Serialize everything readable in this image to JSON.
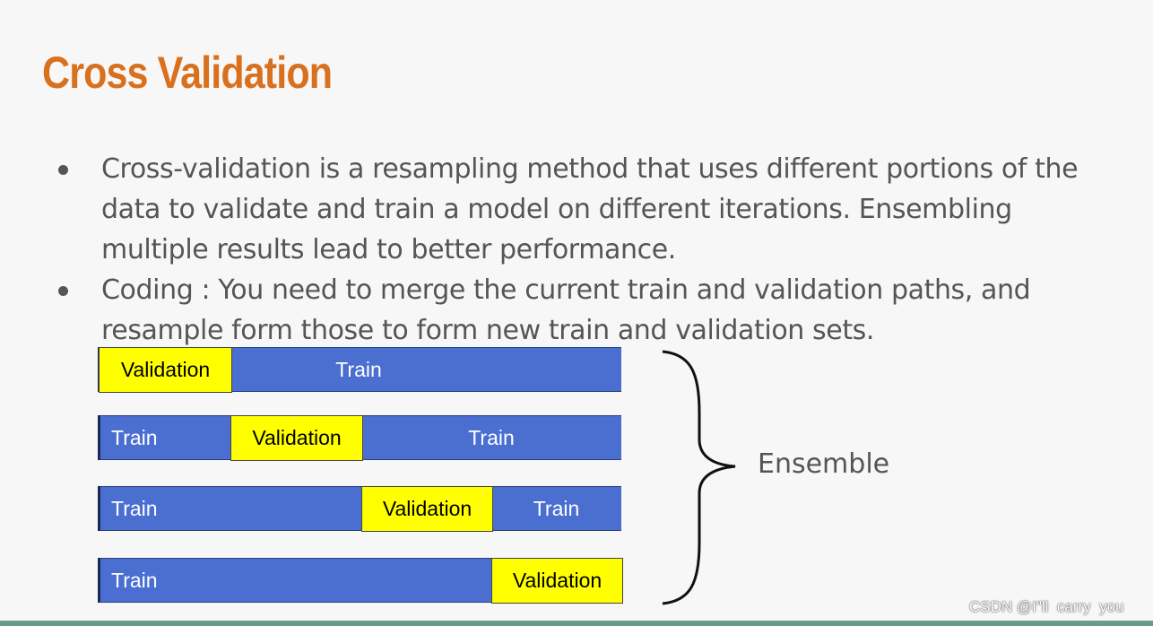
{
  "slide": {
    "title": "Cross Validation",
    "bullets": [
      "Cross-validation is a resampling method that uses different portions of the data to validate and train a model on different iterations. Ensembling multiple results lead to better performance.",
      "Coding : You need to merge the current train and validation paths, and resample form those to form new train and validation sets."
    ]
  },
  "diagram": {
    "rows": [
      {
        "segments": [
          {
            "kind": "validation",
            "label": "Validation"
          },
          {
            "kind": "train",
            "label": "Train"
          }
        ]
      },
      {
        "segments": [
          {
            "kind": "train",
            "label": "Train"
          },
          {
            "kind": "validation",
            "label": "Validation"
          },
          {
            "kind": "train",
            "label": "Train"
          }
        ]
      },
      {
        "segments": [
          {
            "kind": "train",
            "label": "Train"
          },
          {
            "kind": "validation",
            "label": "Validation"
          },
          {
            "kind": "train",
            "label": "Train"
          }
        ]
      },
      {
        "segments": [
          {
            "kind": "train",
            "label": "Train"
          },
          {
            "kind": "validation",
            "label": "Validation"
          }
        ]
      }
    ],
    "ensemble_label": "Ensemble",
    "colors": {
      "train": "#4a6fd1",
      "validation": "#ffff00",
      "title": "#d9701e"
    }
  },
  "watermark": "CSDN @I\"ll  carry  you"
}
